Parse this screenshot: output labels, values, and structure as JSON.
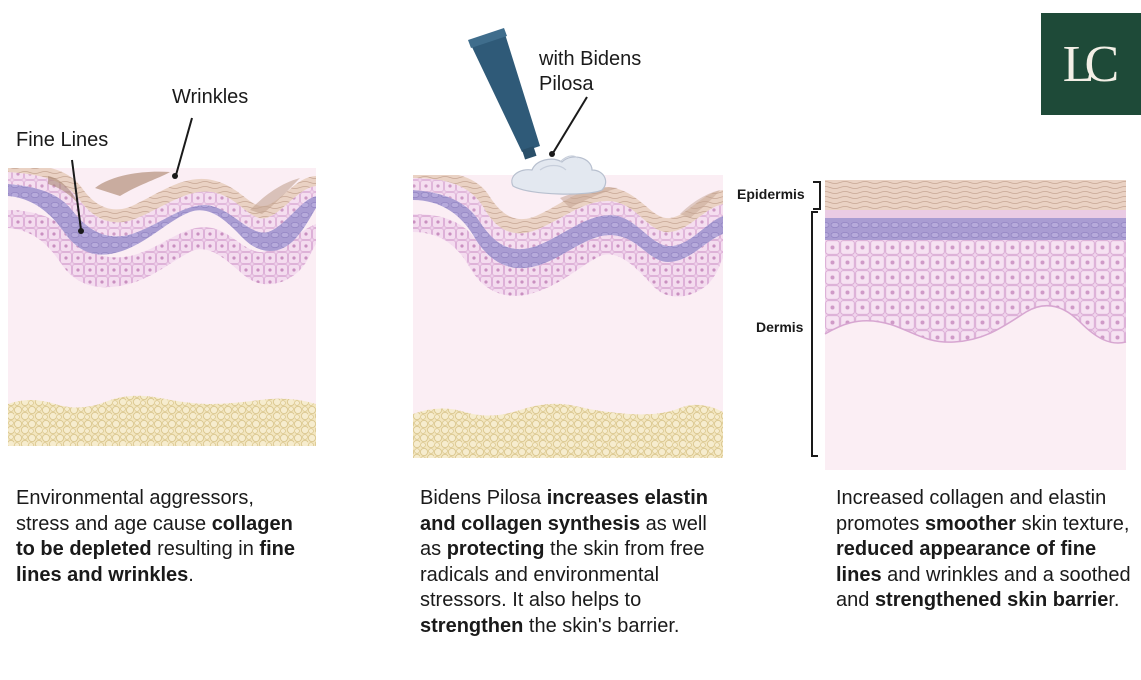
{
  "logo": {
    "text": "LC",
    "background": "#1e4a38"
  },
  "panel1": {
    "label_wrinkles": "Wrinkles",
    "label_fine_lines": "Fine Lines",
    "caption": [
      {
        "t": "Environmental aggressors, stress and age cause ",
        "b": false
      },
      {
        "t": "collagen to be depleted",
        "b": true
      },
      {
        "t": " resulting in ",
        "b": false
      },
      {
        "t": "fine lines and wrinkles",
        "b": true
      },
      {
        "t": ".",
        "b": false
      }
    ]
  },
  "panel2": {
    "label_cream": "with Bidens Pilosa",
    "caption": [
      {
        "t": "Bidens Pilosa ",
        "b": false
      },
      {
        "t": "increases elastin and collagen synthesis",
        "b": true
      },
      {
        "t": " as well as ",
        "b": false
      },
      {
        "t": "protecting",
        "b": true
      },
      {
        "t": " the skin from free radicals and environmental stressors. It also helps to ",
        "b": false
      },
      {
        "t": "strengthen",
        "b": true
      },
      {
        "t": " the skin's barrier.",
        "b": false
      }
    ]
  },
  "panel3": {
    "label_epidermis": "Epidermis",
    "label_dermis": "Dermis",
    "caption": [
      {
        "t": "Increased collagen and elastin promotes ",
        "b": false
      },
      {
        "t": "smoother",
        "b": true
      },
      {
        "t": " skin texture, ",
        "b": false
      },
      {
        "t": "reduced appearance of fine lines",
        "b": true
      },
      {
        "t": " and wrinkles and a soothed and ",
        "b": false
      },
      {
        "t": "strengthened skin barrie",
        "b": true
      },
      {
        "t": "r.",
        "b": false
      }
    ]
  },
  "colors": {
    "dermis": "#fbeef4",
    "papillary": "#ecc2e6",
    "basal": "#a79ad0",
    "stratum": "#efd0ea",
    "corneum": "#e9cfc0",
    "wrinkle_shadow": "#b3917c",
    "fat": "#f1e2b4",
    "tube": "#2f5a78",
    "cream": "#e2e7ef"
  }
}
